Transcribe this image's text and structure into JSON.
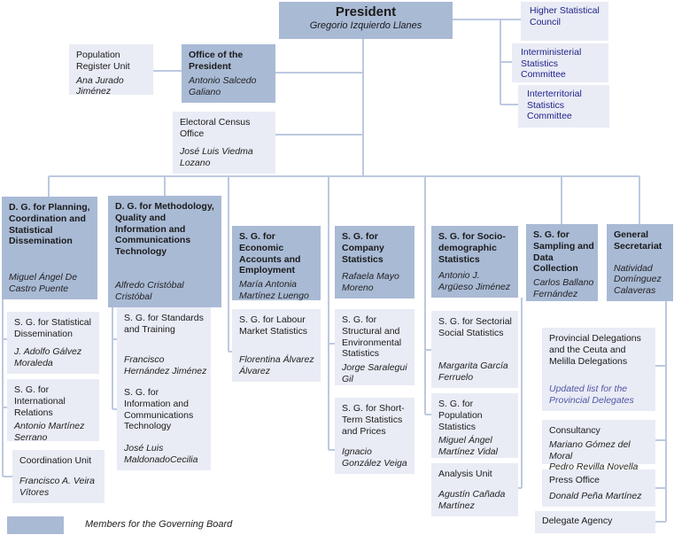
{
  "colors": {
    "member_box": "#a9bad5",
    "unit_box": "#e9ecf5",
    "connector": "#bdc9e0",
    "committee_text": "#23238b",
    "link_text": "#5155a5"
  },
  "org": {
    "president": {
      "title": "President",
      "name": "Gregorio Izquierdo Llanes"
    },
    "committees": [
      {
        "label": "Higher Statistical Council"
      },
      {
        "label": "Interministerial Statistics Committee"
      },
      {
        "label": "Interterritorial Statistics Committee"
      }
    ],
    "support_units": {
      "population_register_unit": {
        "title": "Population Register Unit",
        "name": "Ana Jurado Jiménez"
      },
      "office_of_the_president": {
        "title": "Office of the President",
        "name": "Antonio Salcedo Galiano"
      },
      "electoral_census_office": {
        "title": "Electoral Census Office",
        "name": "José Luis Viedma Lozano"
      }
    },
    "directorates": [
      {
        "title": "D. G. for Planning, Coordination and Statistical Dissemination",
        "name": "Miguel Ángel De Castro Puente",
        "children": [
          {
            "title": "S. G. for Statistical Dissemination",
            "name": "J. Adolfo Gálvez Moraleda"
          },
          {
            "title": "S. G. for International Relations",
            "name": "Antonio Martínez Serrano"
          },
          {
            "title": "Coordination Unit",
            "name": "Francisco A. Veira Vítores"
          }
        ]
      },
      {
        "title": "D. G. for Methodology, Quality and Information and Communications Technology",
        "name": "Alfredo Cristóbal Cristóbal",
        "children": [
          {
            "title": "S. G. for Standards and Training",
            "name": "Francisco Hernández Jiménez"
          },
          {
            "title": "S. G. for Information and Communications Technology",
            "name": "José Luis MaldonadoCecilia"
          }
        ]
      },
      {
        "title": "S. G. for Economic Accounts and Employment",
        "name": "María Antonia Martínez Luengo",
        "children": [
          {
            "title": "S. G. for Labour Market Statistics",
            "name": "Florentina Álvarez Álvarez"
          }
        ]
      },
      {
        "title": "S. G. for Company Statistics",
        "name": "Rafaela Mayo Moreno",
        "children": [
          {
            "title": "S. G. for Structural and Environmental Statistics",
            "name": "Jorge Saralegui Gil"
          },
          {
            "title": "S. G. for Short-Term Statistics and Prices",
            "name": "Ignacio González Veiga"
          }
        ]
      },
      {
        "title": "S. G. for Socio-demographic Statistics",
        "name": "Antonio J. Argüeso Jiménez",
        "children": [
          {
            "title": "S. G. for Sectorial Social Statistics",
            "name": "Margarita García Ferruelo"
          },
          {
            "title": "S. G. for Population Statistics",
            "name": "Miguel Ángel Martínez Vidal"
          },
          {
            "title": "Analysis Unit",
            "name": "Agustín Cañada Martínez"
          }
        ]
      },
      {
        "title": "S. G. for Sampling and Data Collection",
        "name": "Carlos Ballano Fernández",
        "children": []
      },
      {
        "title": "General Secretariat",
        "name": "Natividad Domínguez Calaveras",
        "children": [
          {
            "title": "Provincial Delegations and the Ceuta and Melilla Delegations",
            "link": "Updated list for the Provincial Delegates"
          },
          {
            "title": "Consultancy",
            "name": "Mariano Gómez del Moral\nPedro Revilla Novella"
          },
          {
            "title": "Press Office",
            "name": "Donald Peña Martínez"
          },
          {
            "title": "Delegate Agency"
          }
        ]
      }
    ]
  },
  "legend": {
    "label": "Members for the Governing Board"
  }
}
